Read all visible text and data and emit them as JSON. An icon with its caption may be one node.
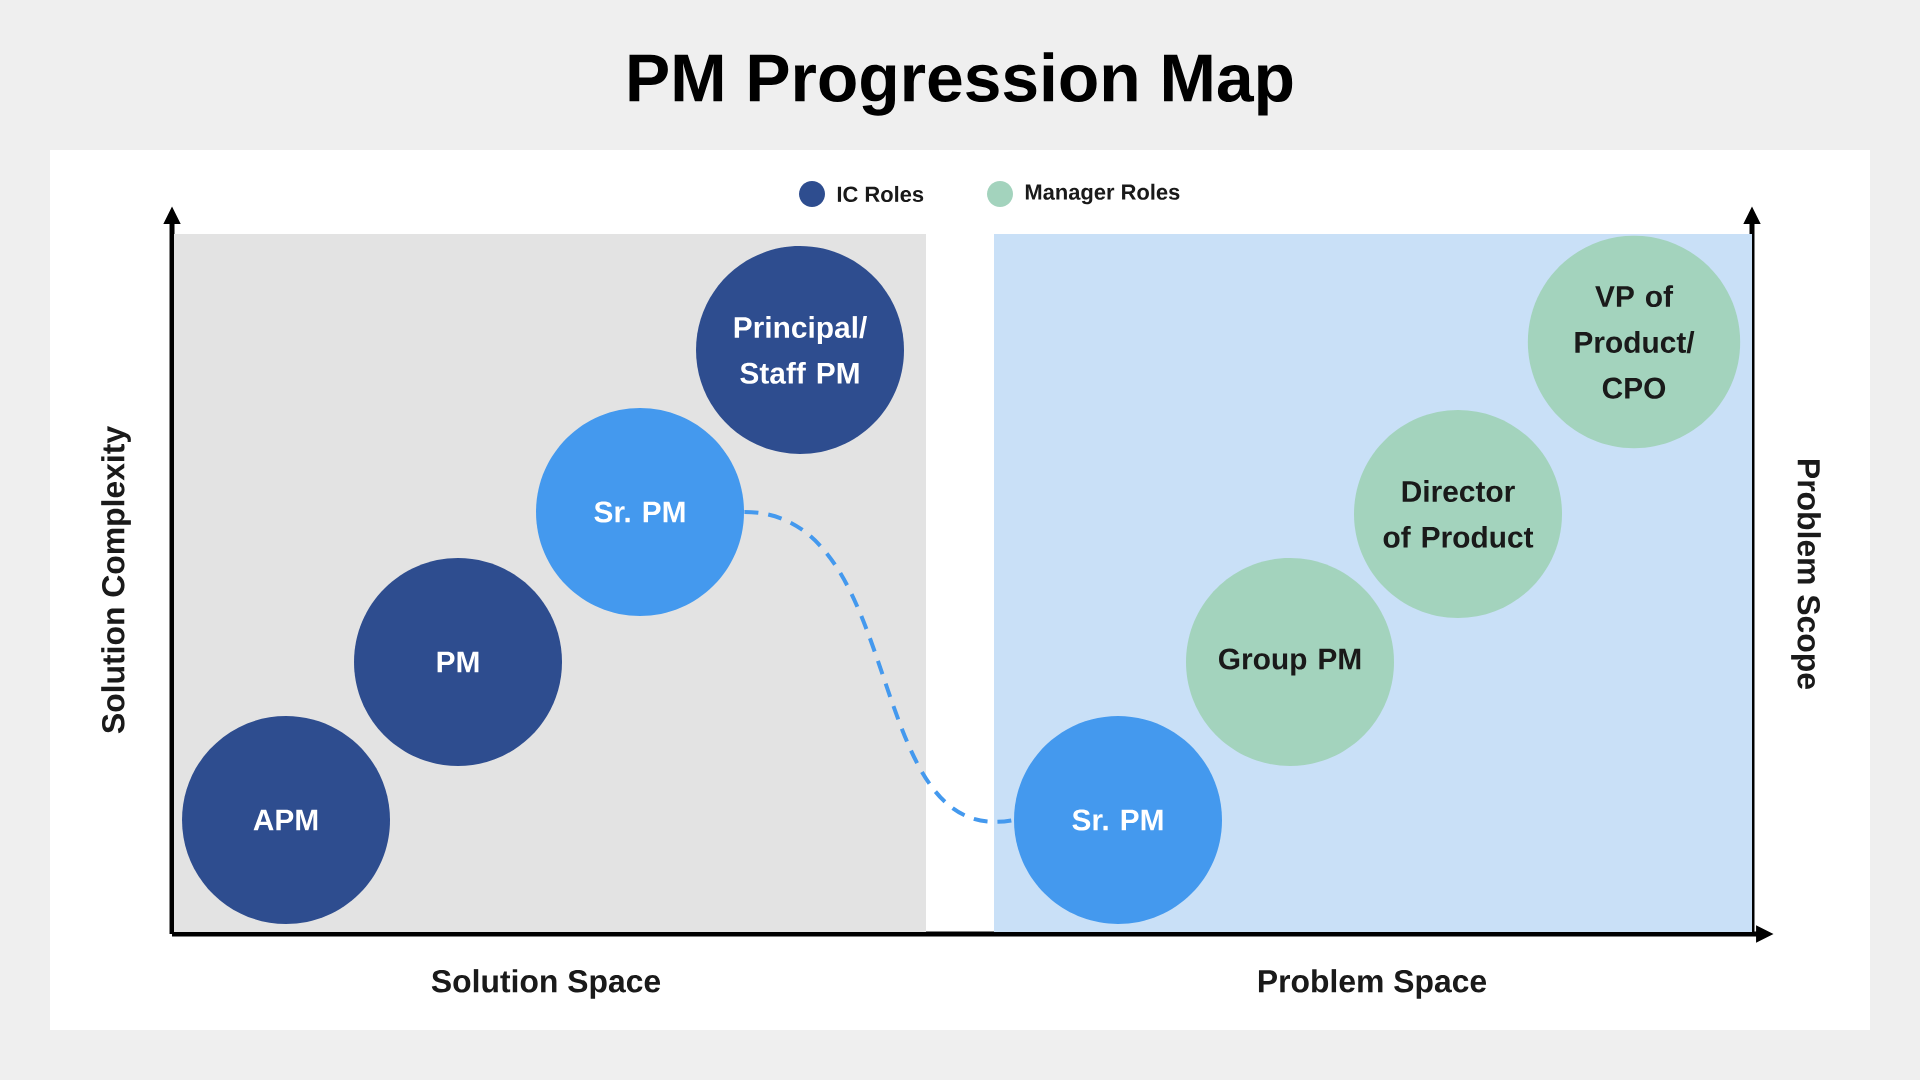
{
  "diagram": {
    "title": "PM Progression Map",
    "nodes": [
      {
        "text": [
          "Solution Space"
        ]
      },
      {
        "text": [
          "Problem Space"
        ]
      },
      {
        "text": [
          "APM"
        ],
        "in": 0
      },
      {
        "text": [
          "PM"
        ],
        "in": 0
      },
      {
        "text": [
          "Sr. PM"
        ],
        "in": 0
      },
      {
        "text": [
          "Principal/ Staff PM"
        ],
        "in": 0
      },
      {
        "text": [
          "Sr. PM"
        ],
        "in": 1
      },
      {
        "text": [
          "Group PM"
        ],
        "in": 1
      },
      {
        "text": [
          "Director of Product"
        ],
        "in": 1
      },
      {
        "text": [
          "VP of Product/ CPO"
        ],
        "in": 1
      }
    ],
    "edges": [
      {
        "from": 4,
        "to": 6,
        "arrow": "none",
        "style": "dashed"
      }
    ],
    "labels": [
      "Solution Complexity",
      "Problem Scope"
    ],
    "legend": [
      {
        "text": "IC Roles",
        "color": "#2e4d8f"
      },
      {
        "text": "Manager Roles",
        "color": "#a3d3bd"
      }
    ]
  }
}
